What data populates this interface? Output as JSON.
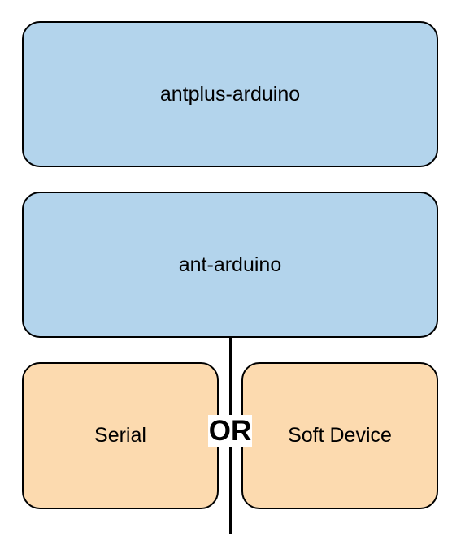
{
  "diagram": {
    "layers": [
      {
        "id": "antplus",
        "label": "antplus-arduino",
        "color": "#b3d4ec"
      },
      {
        "id": "ant",
        "label": "ant-arduino",
        "color": "#b3d4ec"
      }
    ],
    "transports": [
      {
        "id": "serial",
        "label": "Serial",
        "color": "#fcdaaf"
      },
      {
        "id": "soft",
        "label": "Soft Device",
        "color": "#fcdaaf"
      }
    ],
    "separator_label": "OR"
  }
}
